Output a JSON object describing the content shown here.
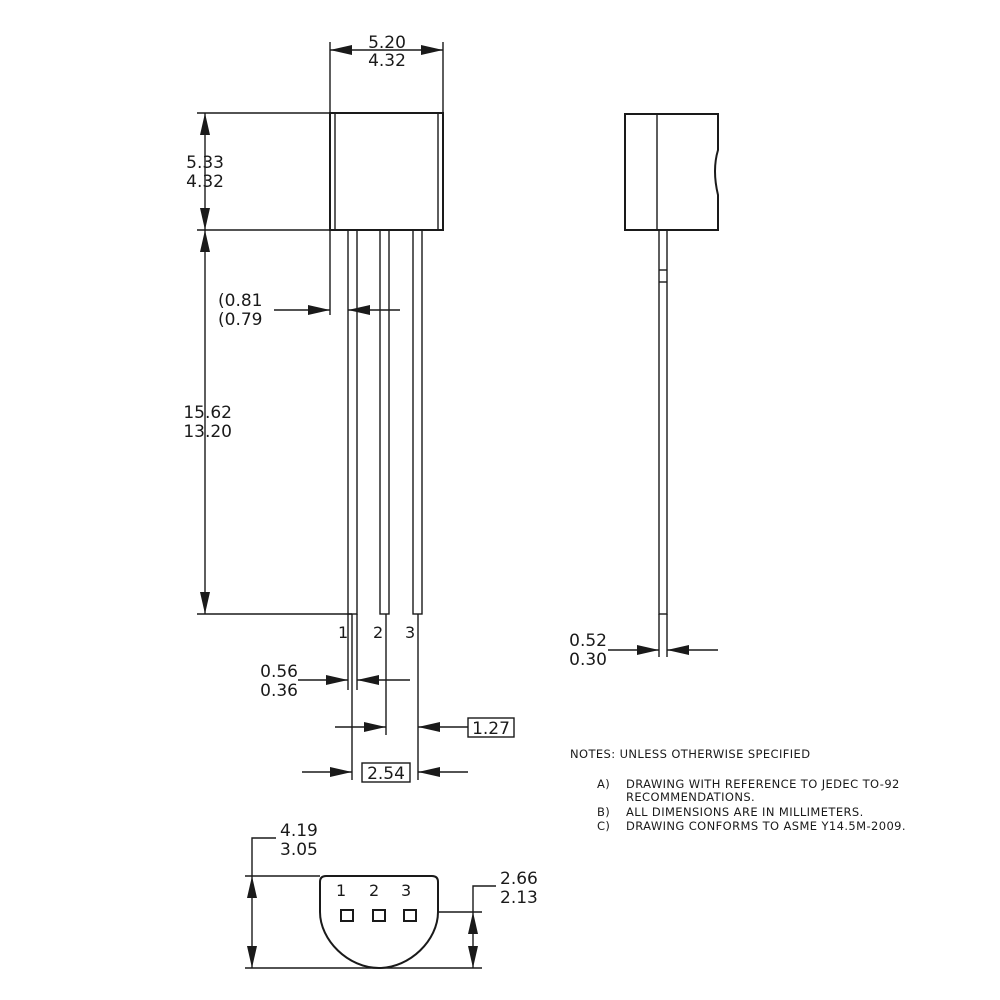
{
  "dimensions": {
    "body_width": {
      "max": "5.20",
      "min": "4.32"
    },
    "body_height": {
      "max": "5.33",
      "min": "4.32"
    },
    "lead_shoulder": {
      "max": "(0.81",
      "min": "(0.79"
    },
    "lead_length": {
      "max": "15.62",
      "min": "13.20"
    },
    "lead_width": {
      "max": "0.56",
      "min": "0.36"
    },
    "lead_thickness": {
      "max": "0.52",
      "min": "0.30"
    },
    "pitch": "1.27",
    "pin_span": "2.54",
    "body_depth": {
      "max": "4.19",
      "min": "3.05"
    },
    "flat_depth": {
      "max": "2.66",
      "min": "2.13"
    }
  },
  "pins": [
    "1",
    "2",
    "3"
  ],
  "notes": {
    "title": "NOTES: UNLESS OTHERWISE SPECIFIED",
    "items": [
      {
        "tag": "A)",
        "lines": [
          "DRAWING WITH REFERENCE TO JEDEC TO-92",
          "RECOMMENDATIONS."
        ]
      },
      {
        "tag": "B)",
        "lines": [
          "ALL DIMENSIONS ARE IN MILLIMETERS."
        ]
      },
      {
        "tag": "C)",
        "lines": [
          "DRAWING CONFORMS TO ASME Y14.5M-2009."
        ]
      }
    ]
  }
}
